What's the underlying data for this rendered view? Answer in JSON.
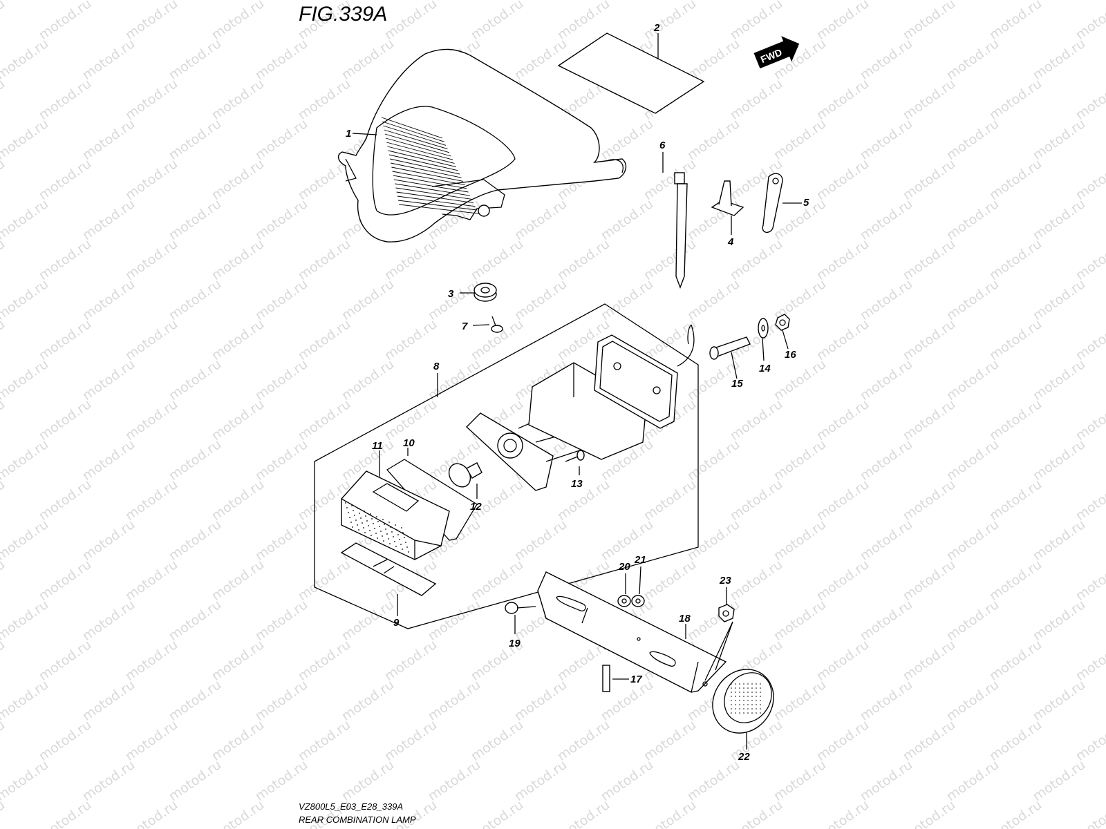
{
  "figure_title": "FIG.339A",
  "fwd_label": "FWD",
  "watermark_text": "motod.ru",
  "footer_code": "VZ800L5_E03_E28_339A",
  "footer_caption": "REAR COMBINATION LAMP",
  "callouts": [
    "1",
    "2",
    "3",
    "4",
    "5",
    "6",
    "7",
    "8",
    "9",
    "10",
    "11",
    "12",
    "13",
    "14",
    "15",
    "16",
    "17",
    "18",
    "19",
    "20",
    "21",
    "22",
    "23"
  ],
  "colors": {
    "ink": "#000000",
    "paper": "#ffffff",
    "watermark": "#d9d9d9"
  }
}
